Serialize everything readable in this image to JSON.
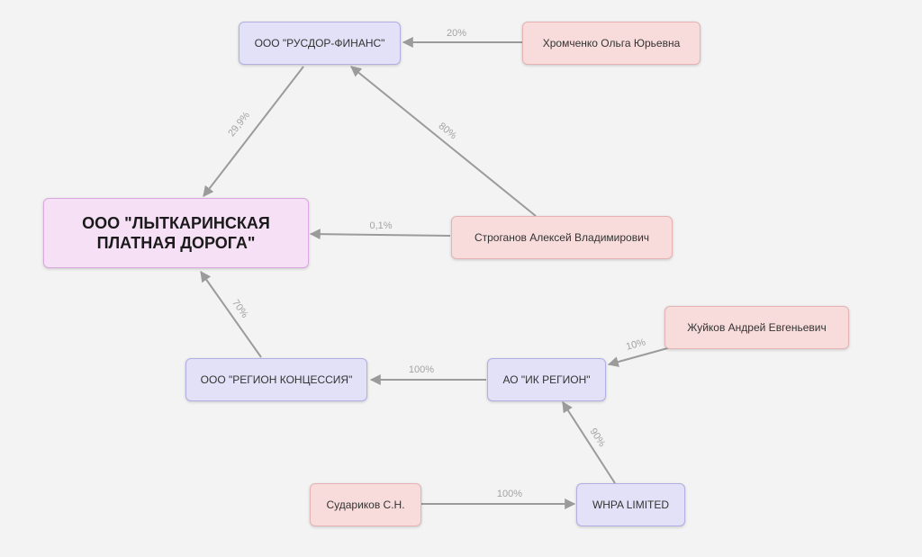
{
  "nodes": {
    "main": "ООО \"ЛЫТКАРИНСКАЯ ПЛАТНАЯ ДОРОГА\"",
    "rusdor": "ООО \"РУСДОР-ФИНАНС\"",
    "khromchenko": "Хромченко Ольга Юрьевна",
    "stroganov": "Строганов Алексей Владимирович",
    "region_konc": "ООО \"РЕГИОН КОНЦЕССИЯ\"",
    "ik_region": "АО \"ИК РЕГИОН\"",
    "zhuikov": "Жуйков Андрей Евгеньевич",
    "sudarikov": "Судариков С.Н.",
    "whpa": "WHPA LIMITED"
  },
  "edges": {
    "khromchenko_rusdor": "20%",
    "stroganov_rusdor": "80%",
    "rusdor_main": "29,9%",
    "stroganov_main": "0,1%",
    "region_konc_main": "70%",
    "ik_region_region_konc": "100%",
    "zhuikov_ik_region": "10%",
    "whpa_ik_region": "90%",
    "sudarikov_whpa": "100%"
  }
}
